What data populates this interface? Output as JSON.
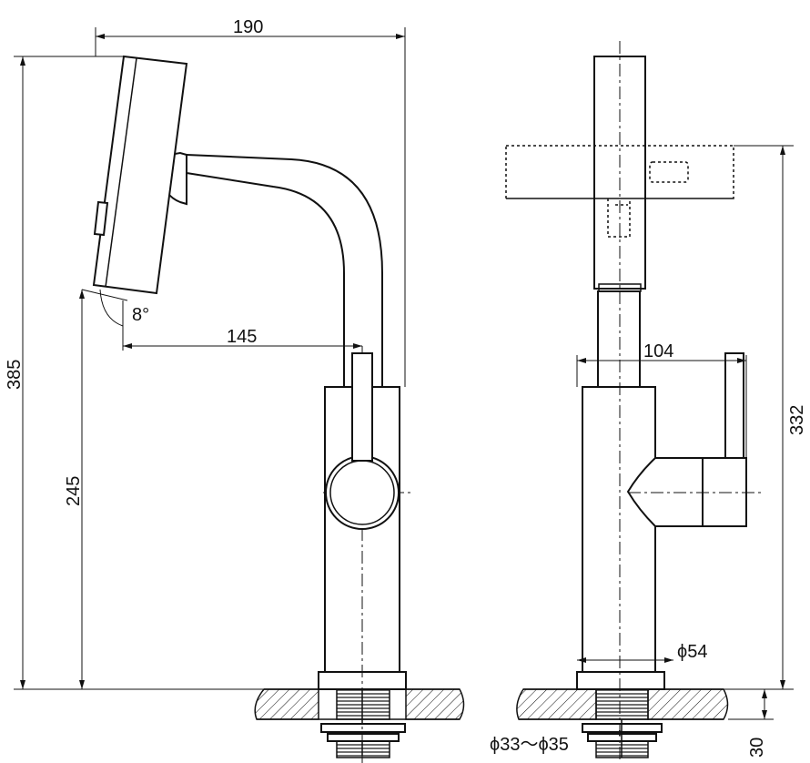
{
  "dimensions": {
    "overall_width": "190",
    "spout_reach": "145",
    "overall_height": "385",
    "handle_height": "245",
    "rotation_angle": "8°",
    "side_width": "104",
    "side_height": "332",
    "body_diameter": "ϕ54",
    "hole_diameter": "ϕ33～ϕ35",
    "deck_thickness": "30"
  }
}
